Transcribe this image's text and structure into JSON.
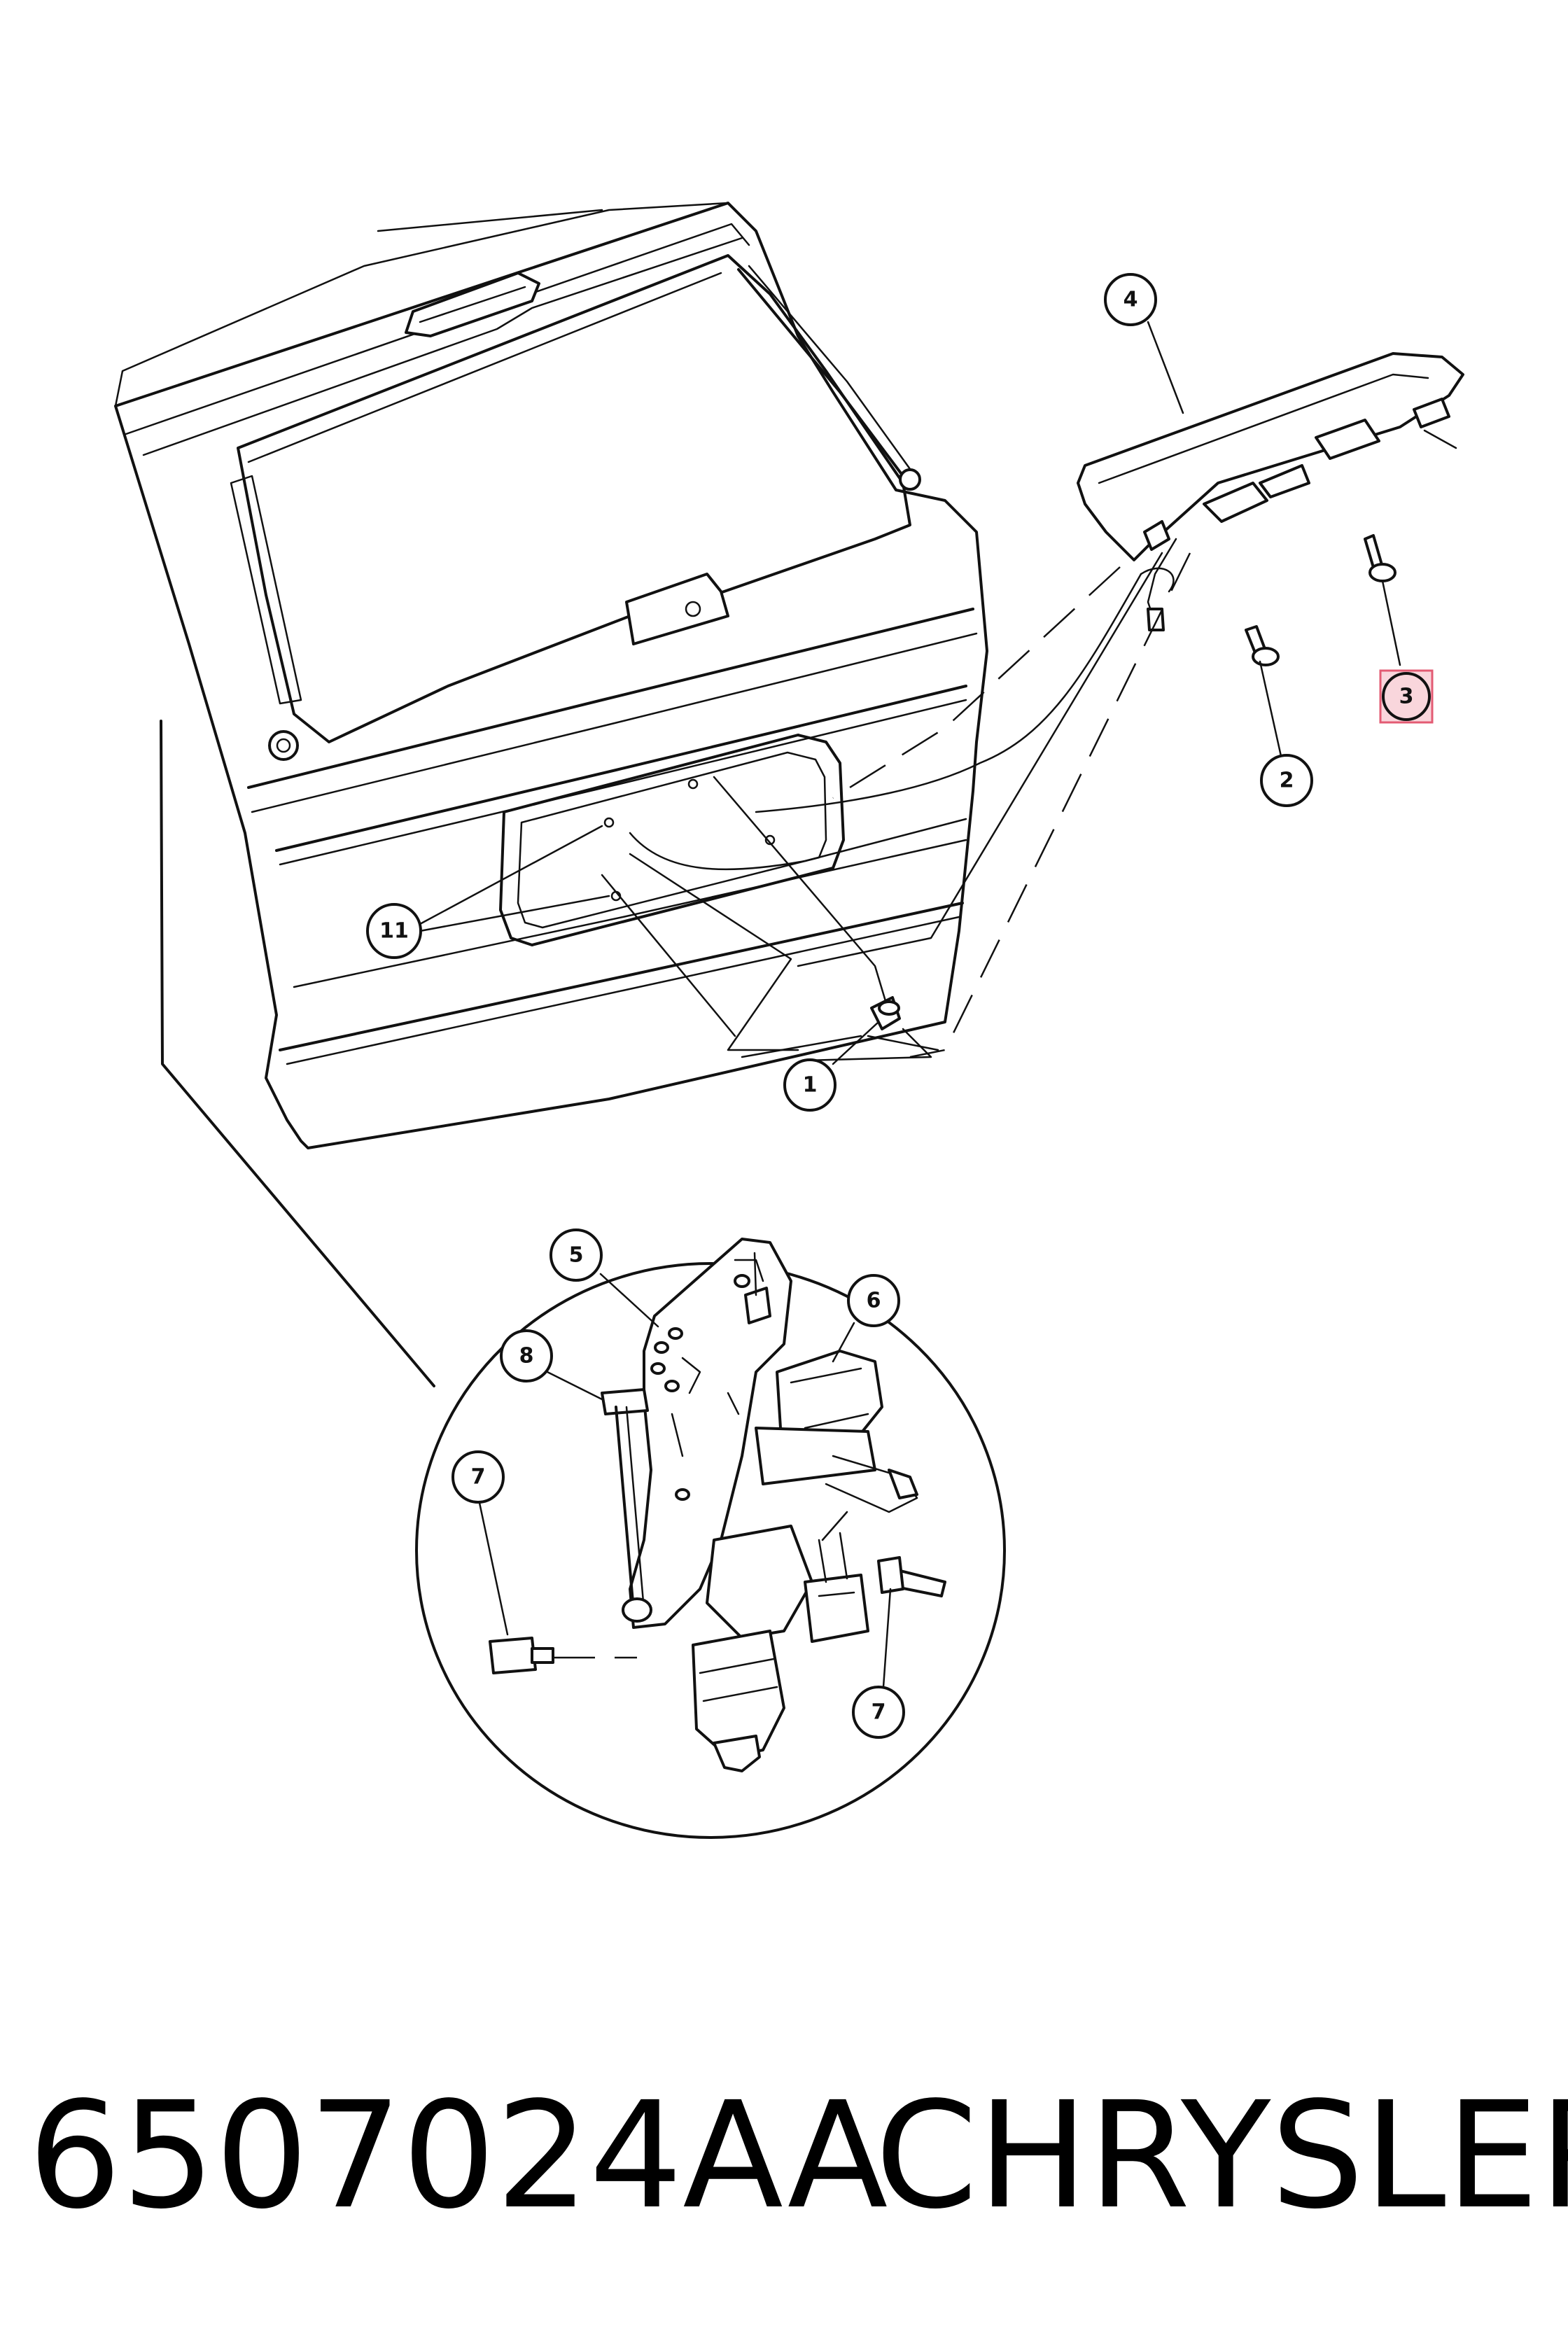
{
  "callouts": {
    "c1": "1",
    "c2": "2",
    "c3": "3",
    "c4": "4",
    "c5": "5",
    "c6": "6",
    "c7a": "7",
    "c7b": "7",
    "c8": "8",
    "c11": "11"
  },
  "highlighted_callout": "3",
  "caption": {
    "part_number": "6507024AA",
    "manufacturer": "CHRYSLER"
  },
  "colors": {
    "line": "#111111",
    "highlight_fill": "#f9d6dc",
    "highlight_border": "#e35b73"
  }
}
